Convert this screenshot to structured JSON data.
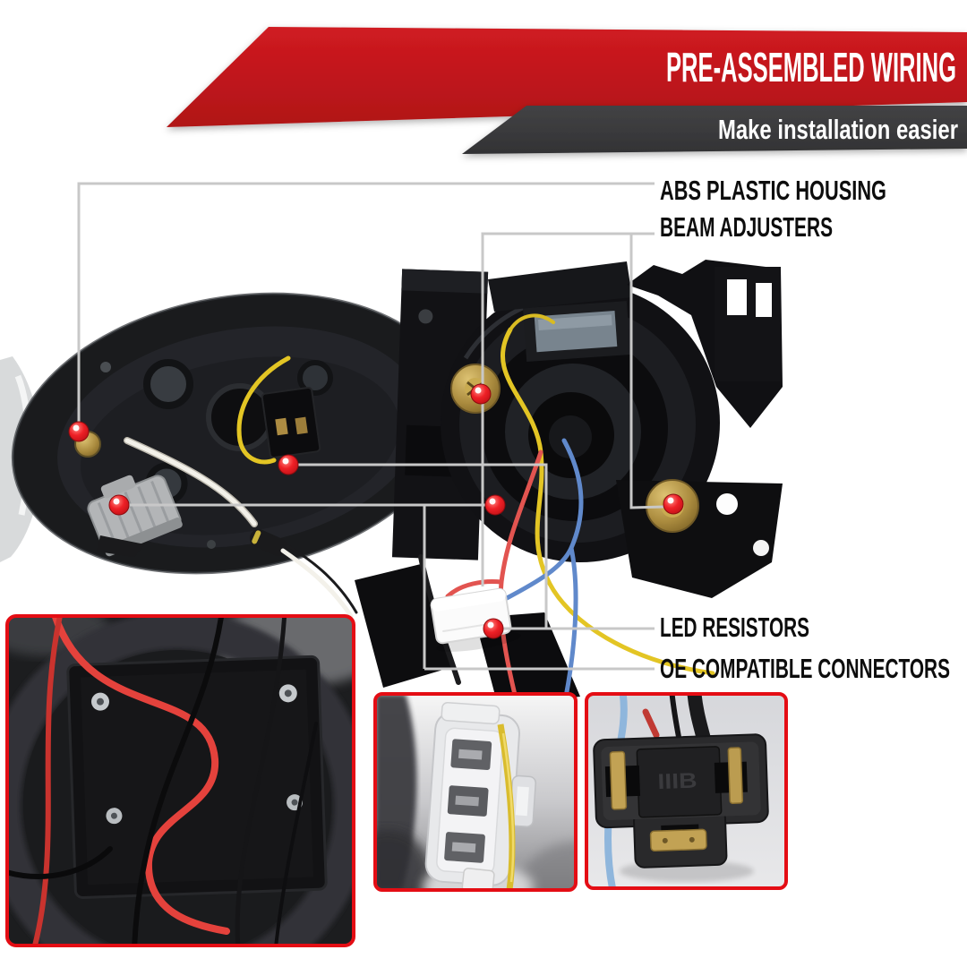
{
  "banner": {
    "title": "PRE-ASSEMBLED WIRING",
    "subtitle": "Make installation easier",
    "red": "#c3161c",
    "dark": "#3a3a3c"
  },
  "callouts": [
    {
      "id": "abs",
      "label": "ABS PLASTIC HOUSING"
    },
    {
      "id": "beam",
      "label": "BEAM ADJUSTERS"
    },
    {
      "id": "led",
      "label": "LED RESISTORS"
    },
    {
      "id": "oe",
      "label": "OE COMPATIBLE CONNECTORS"
    }
  ],
  "insets": {
    "h4_marking": "IIIB"
  },
  "colors": {
    "callout_line": "#c8c8c8",
    "dot_red": "#e8161c",
    "inset_border": "#e40d14",
    "wire_yellow": "#e3c524",
    "wire_red": "#e25450",
    "wire_blue": "#6089cb",
    "wire_light_blue": "#8fb6dc",
    "wire_white": "#f3f1ea",
    "gold": "#b8994a",
    "label_text": "#0d0d0d"
  }
}
